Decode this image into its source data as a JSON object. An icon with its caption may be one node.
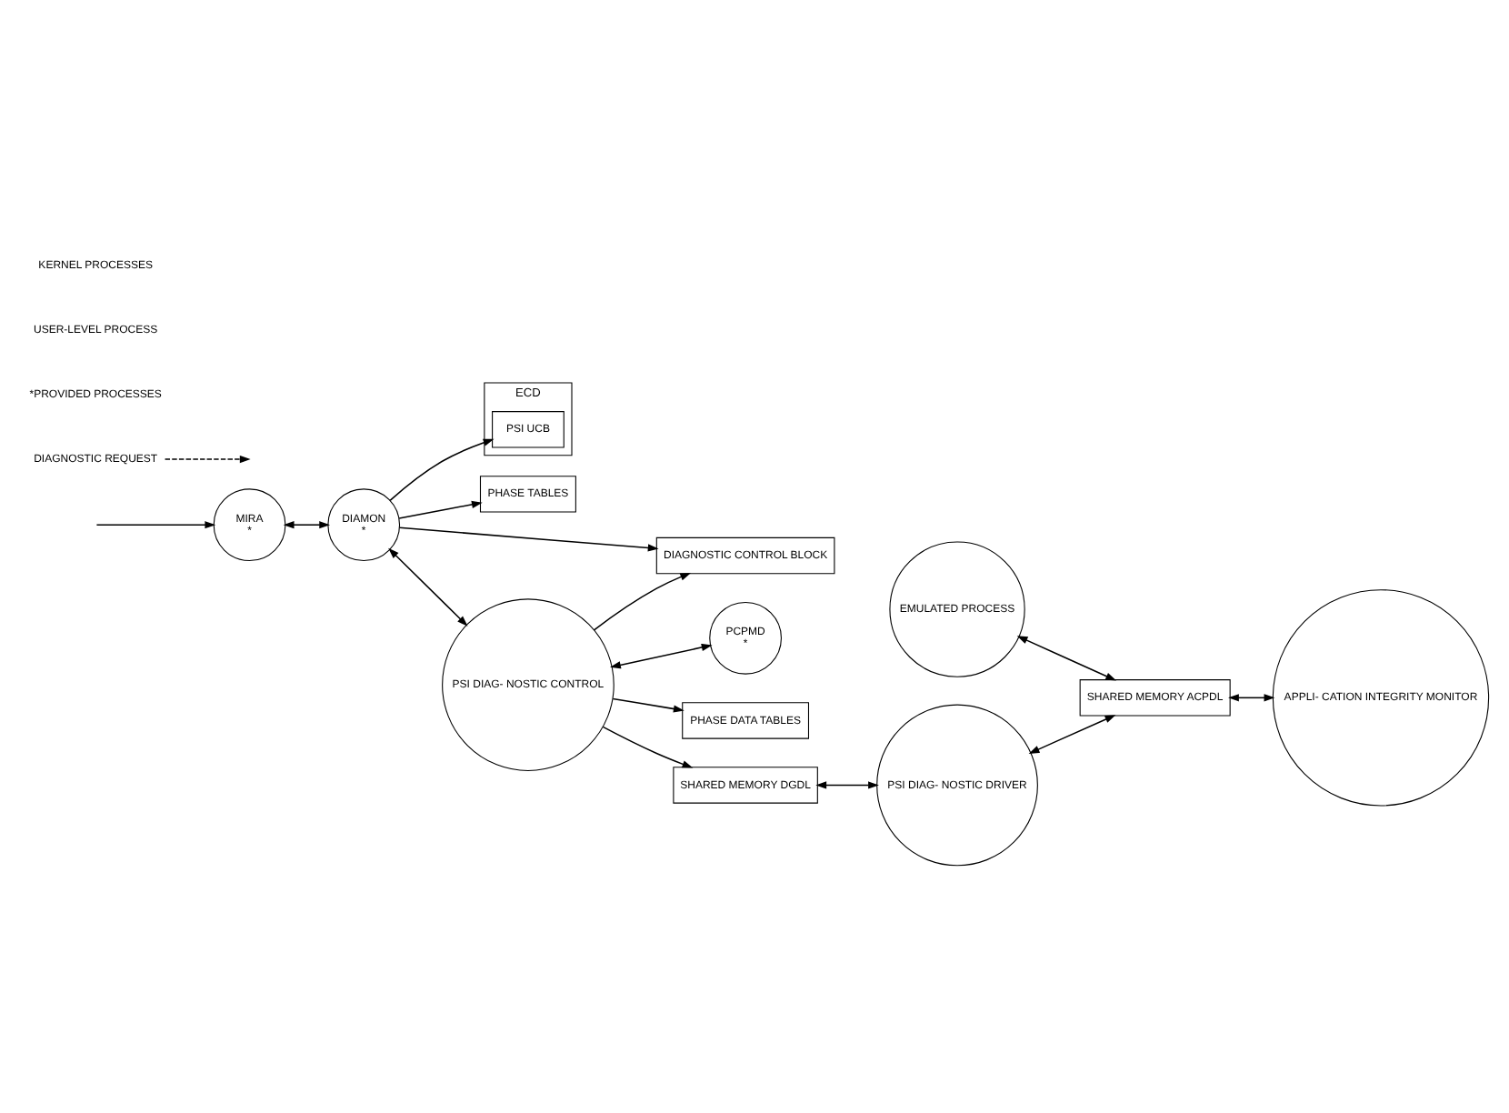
{
  "diagram": {
    "nodes": [
      {
        "text": [
          "ECD"
        ]
      },
      {
        "text": [
          "PSI UCB"
        ],
        "in": 0
      },
      {
        "text": [
          "PHASE TABLES"
        ]
      },
      {
        "text": [
          "DIAMON",
          "*"
        ]
      },
      {
        "text": [
          "DIAGNOSTIC REQUEST"
        ]
      },
      {
        "text": [
          "MIRA",
          "*"
        ]
      },
      {
        "text": [
          "DIAGNOSTIC CONTROL BLOCK"
        ]
      },
      {
        "text": [
          "PCPMD",
          "*"
        ]
      },
      {
        "text": [
          "EMULATED PROCESS"
        ]
      },
      {
        "text": [
          "PHASE DATA TABLES"
        ]
      },
      {
        "text": [
          "PSI DIAG- NOSTIC CONTROL"
        ]
      },
      {
        "text": [
          "SHARED MEMORY ACPDL"
        ]
      },
      {
        "text": [
          "APPLI- CATION INTEGRITY MONITOR"
        ]
      },
      {
        "text": [
          "SHARED MEMORY DGDL"
        ]
      },
      {
        "text": [
          "PSI DIAG- NOSTIC DRIVER"
        ]
      }
    ],
    "edges": [
      {
        "from": 3,
        "to": 1,
        "arrow": "to"
      },
      {
        "from": 3,
        "to": 2,
        "arrow": "to"
      },
      {
        "from": 5,
        "to": 3,
        "arrow": "both"
      },
      {
        "from": 3,
        "to": 6,
        "arrow": "to"
      },
      {
        "from": 3,
        "to": 10,
        "arrow": "both"
      },
      {
        "from": 10,
        "to": 6,
        "arrow": "to"
      },
      {
        "from": null,
        "to": 5,
        "arrow": "to"
      },
      {
        "from": 4,
        "to": null,
        "arrow": "to",
        "style": "dashed"
      },
      {
        "from": 10,
        "to": 7,
        "arrow": "both"
      },
      {
        "from": 10,
        "to": 9,
        "arrow": "to"
      },
      {
        "from": 10,
        "to": 13,
        "arrow": "to"
      },
      {
        "from": 13,
        "to": 14,
        "arrow": "both"
      },
      {
        "from": 14,
        "to": 11,
        "arrow": "both"
      },
      {
        "from": 8,
        "to": 11,
        "arrow": "both"
      },
      {
        "from": 11,
        "to": 12,
        "arrow": "both"
      }
    ],
    "labels": [
      "*PROVIDED PROCESSES",
      "USER-LEVEL PROCESS",
      "KERNEL PROCESSES"
    ]
  }
}
